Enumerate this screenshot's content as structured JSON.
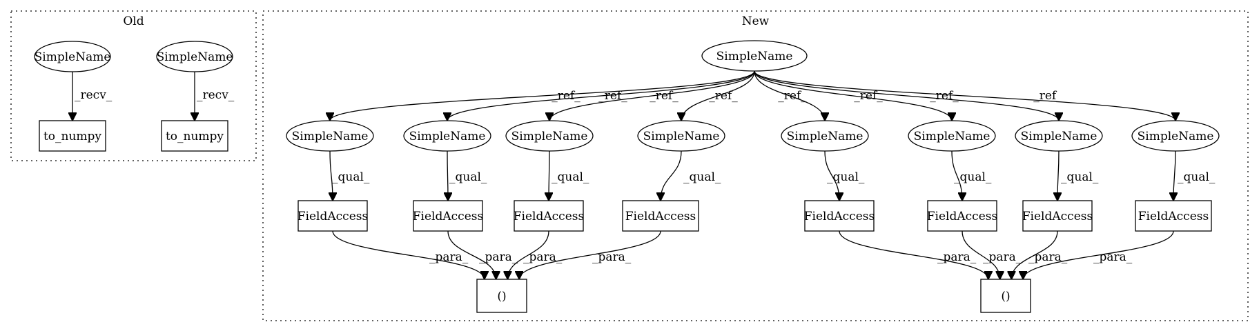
{
  "clusters": [
    {
      "id": "old",
      "label": "Old"
    },
    {
      "id": "new",
      "label": "New"
    }
  ],
  "nodes": [
    {
      "id": "o_sn1",
      "label": "SimpleName"
    },
    {
      "id": "o_sn2",
      "label": "SimpleName"
    },
    {
      "id": "o_tn1",
      "label": "to_numpy"
    },
    {
      "id": "o_tn2",
      "label": "to_numpy"
    },
    {
      "id": "n_root",
      "label": "SimpleName"
    },
    {
      "id": "n_sn1",
      "label": "SimpleName"
    },
    {
      "id": "n_sn2",
      "label": "SimpleName"
    },
    {
      "id": "n_sn3",
      "label": "SimpleName"
    },
    {
      "id": "n_sn4",
      "label": "SimpleName"
    },
    {
      "id": "n_sn5",
      "label": "SimpleName"
    },
    {
      "id": "n_sn6",
      "label": "SimpleName"
    },
    {
      "id": "n_sn7",
      "label": "SimpleName"
    },
    {
      "id": "n_sn8",
      "label": "SimpleName"
    },
    {
      "id": "n_fa1",
      "label": "FieldAccess"
    },
    {
      "id": "n_fa2",
      "label": "FieldAccess"
    },
    {
      "id": "n_fa3",
      "label": "FieldAccess"
    },
    {
      "id": "n_fa4",
      "label": "FieldAccess"
    },
    {
      "id": "n_fa5",
      "label": "FieldAccess"
    },
    {
      "id": "n_fa6",
      "label": "FieldAccess"
    },
    {
      "id": "n_fa7",
      "label": "FieldAccess"
    },
    {
      "id": "n_fa8",
      "label": "FieldAccess"
    },
    {
      "id": "n_p1",
      "label": "()"
    },
    {
      "id": "n_p2",
      "label": "()"
    }
  ],
  "edges": [
    {
      "id": "e1",
      "from": "o_sn1",
      "to": "o_tn1",
      "label": "_recv_"
    },
    {
      "id": "e2",
      "from": "o_sn2",
      "to": "o_tn2",
      "label": "_recv_"
    },
    {
      "id": "e3",
      "from": "n_root",
      "to": "n_sn1",
      "label": "_ref_"
    },
    {
      "id": "e4",
      "from": "n_root",
      "to": "n_sn2",
      "label": "_ref_"
    },
    {
      "id": "e5",
      "from": "n_root",
      "to": "n_sn3",
      "label": "_ref_"
    },
    {
      "id": "e6",
      "from": "n_root",
      "to": "n_sn4",
      "label": "_ref_"
    },
    {
      "id": "e7",
      "from": "n_root",
      "to": "n_sn5",
      "label": "_ref_"
    },
    {
      "id": "e8",
      "from": "n_root",
      "to": "n_sn6",
      "label": "_ref_"
    },
    {
      "id": "e9",
      "from": "n_root",
      "to": "n_sn7",
      "label": "_ref_"
    },
    {
      "id": "e10",
      "from": "n_root",
      "to": "n_sn8",
      "label": "_ref_"
    },
    {
      "id": "e11",
      "from": "n_sn1",
      "to": "n_fa1",
      "label": "_qual_"
    },
    {
      "id": "e12",
      "from": "n_sn2",
      "to": "n_fa2",
      "label": "_qual_"
    },
    {
      "id": "e13",
      "from": "n_sn3",
      "to": "n_fa3",
      "label": "_qual_"
    },
    {
      "id": "e14",
      "from": "n_sn4",
      "to": "n_fa4",
      "label": "_qual_"
    },
    {
      "id": "e15",
      "from": "n_sn5",
      "to": "n_fa5",
      "label": "_qual_"
    },
    {
      "id": "e16",
      "from": "n_sn6",
      "to": "n_fa6",
      "label": "_qual_"
    },
    {
      "id": "e17",
      "from": "n_sn7",
      "to": "n_fa7",
      "label": "_qual_"
    },
    {
      "id": "e18",
      "from": "n_sn8",
      "to": "n_fa8",
      "label": "_qual_"
    },
    {
      "id": "e19",
      "from": "n_fa1",
      "to": "n_p1",
      "label": "_para_"
    },
    {
      "id": "e20",
      "from": "n_fa2",
      "to": "n_p1",
      "label": "_para_"
    },
    {
      "id": "e21",
      "from": "n_fa3",
      "to": "n_p1",
      "label": "_para_"
    },
    {
      "id": "e22",
      "from": "n_fa4",
      "to": "n_p1",
      "label": "_para_"
    },
    {
      "id": "e23",
      "from": "n_fa5",
      "to": "n_p2",
      "label": "_para_"
    },
    {
      "id": "e24",
      "from": "n_fa6",
      "to": "n_p2",
      "label": "_para_"
    },
    {
      "id": "e25",
      "from": "n_fa7",
      "to": "n_p2",
      "label": "_para_"
    },
    {
      "id": "e26",
      "from": "n_fa8",
      "to": "n_p2",
      "label": "_para_"
    }
  ]
}
